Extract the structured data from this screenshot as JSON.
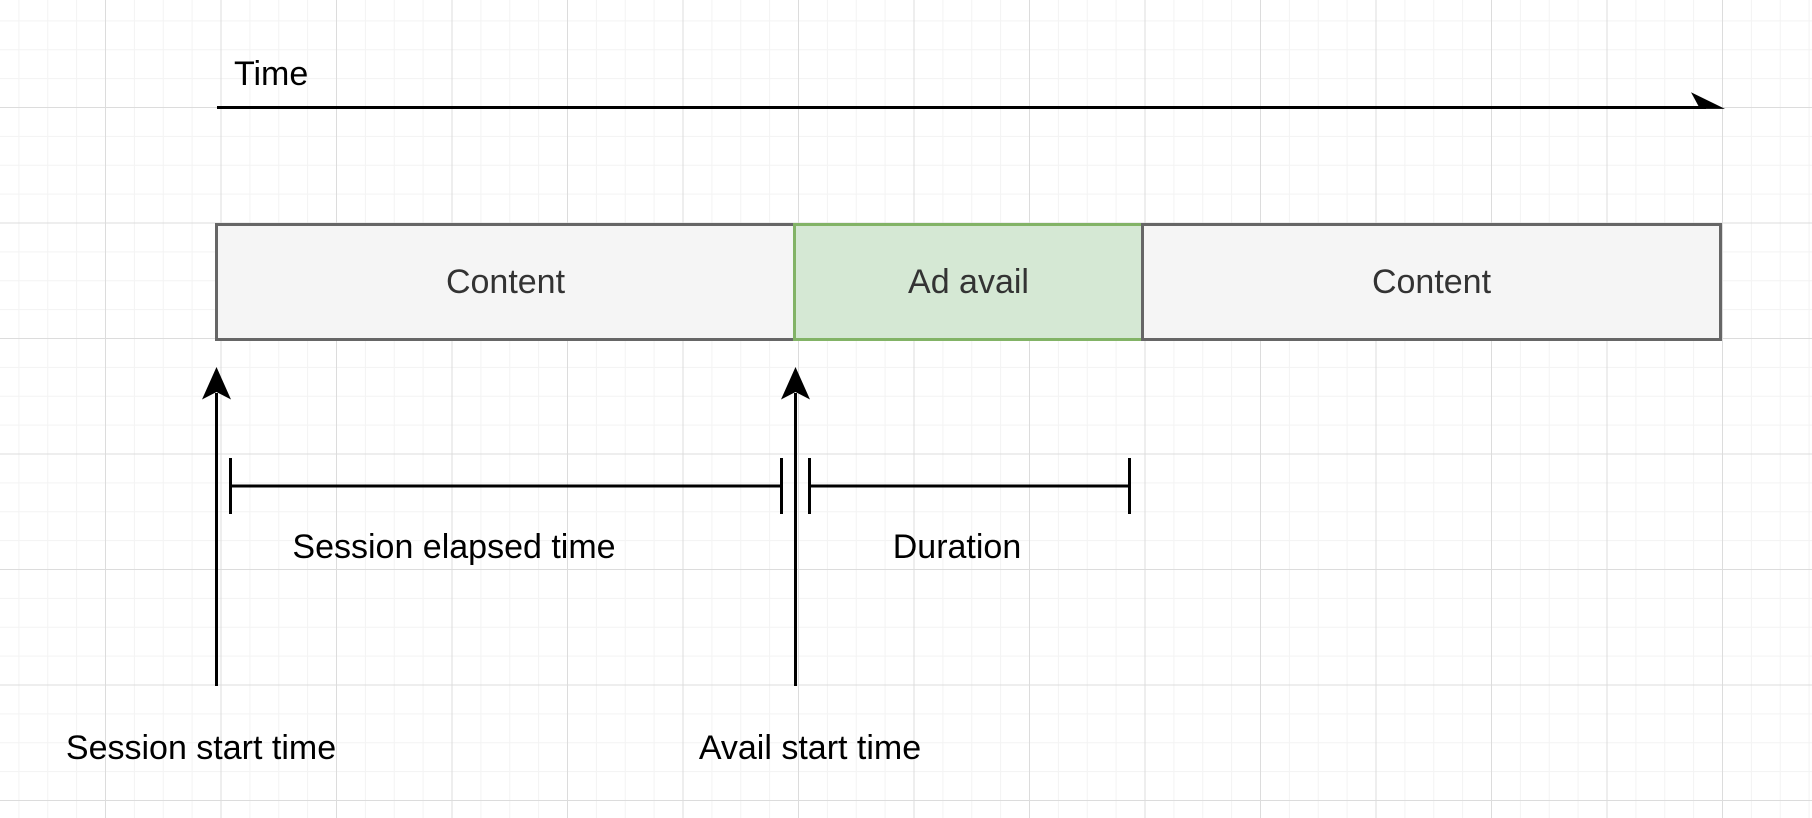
{
  "diagram": {
    "type": "timeline-diagram",
    "canvas": {
      "background_color": "#ffffff",
      "grid_minor_color": "#f3f3f3",
      "grid_major_color": "#dcdcdc",
      "line_color": "#000000"
    },
    "time_axis": {
      "label": "Time"
    },
    "timeline_blocks": [
      {
        "id": "content-1",
        "label": "Content",
        "fill": "#f5f5f5",
        "border": "#666666",
        "text_color": "#333333"
      },
      {
        "id": "ad-avail",
        "label": "Ad avail",
        "fill": "#d5e8d4",
        "border": "#82b366",
        "text_color": "#333333"
      },
      {
        "id": "content-2",
        "label": "Content",
        "fill": "#f5f5f5",
        "border": "#666666",
        "text_color": "#333333"
      }
    ],
    "measurements": [
      {
        "id": "session-elapsed-time",
        "label": "Session elapsed time"
      },
      {
        "id": "duration",
        "label": "Duration"
      }
    ],
    "markers": [
      {
        "id": "session-start-time",
        "label": "Session start time"
      },
      {
        "id": "avail-start-time",
        "label": "Avail start time"
      }
    ]
  }
}
